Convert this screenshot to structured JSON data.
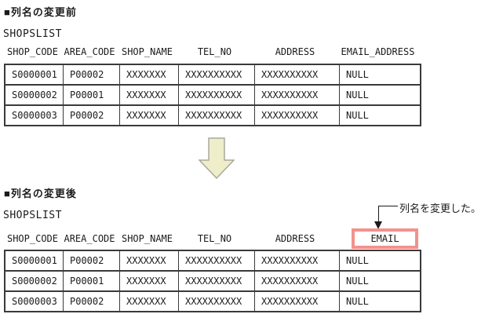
{
  "colors": {
    "background": "#ffffff",
    "text": "#1b1b1b",
    "table_border": "#3a3a3a",
    "highlight_border": "#f4918d",
    "arrow_fill": "#eeeeca",
    "arrow_border": "#a8a89a"
  },
  "before": {
    "section_title": "■列名の変更前",
    "table_name": "SHOPSLIST",
    "columns": [
      "SHOP_CODE",
      "AREA_CODE",
      "SHOP_NAME",
      "TEL_NO",
      "ADDRESS",
      "EMAIL_ADDRESS"
    ],
    "rows": [
      [
        "S0000001",
        "P00002",
        "XXXXXXX",
        "XXXXXXXXXX",
        "XXXXXXXXXX",
        "NULL"
      ],
      [
        "S0000002",
        "P00001",
        "XXXXXXX",
        "XXXXXXXXXX",
        "XXXXXXXXXX",
        "NULL"
      ],
      [
        "S0000003",
        "P00002",
        "XXXXXXX",
        "XXXXXXXXXX",
        "XXXXXXXXXX",
        "NULL"
      ]
    ]
  },
  "transition": {
    "icon": "down-arrow"
  },
  "after": {
    "section_title": "■列名の変更後",
    "table_name": "SHOPSLIST",
    "columns": [
      "SHOP_CODE",
      "AREA_CODE",
      "SHOP_NAME",
      "TEL_NO",
      "ADDRESS",
      "EMAIL"
    ],
    "highlighted_column": "EMAIL",
    "annotation_label": "列名を変更した。",
    "rows": [
      [
        "S0000001",
        "P00002",
        "XXXXXXX",
        "XXXXXXXXXX",
        "XXXXXXXXXX",
        "NULL"
      ],
      [
        "S0000002",
        "P00001",
        "XXXXXXX",
        "XXXXXXXXXX",
        "XXXXXXXXXX",
        "NULL"
      ],
      [
        "S0000003",
        "P00002",
        "XXXXXXX",
        "XXXXXXXXXX",
        "XXXXXXXXXX",
        "NULL"
      ]
    ]
  }
}
